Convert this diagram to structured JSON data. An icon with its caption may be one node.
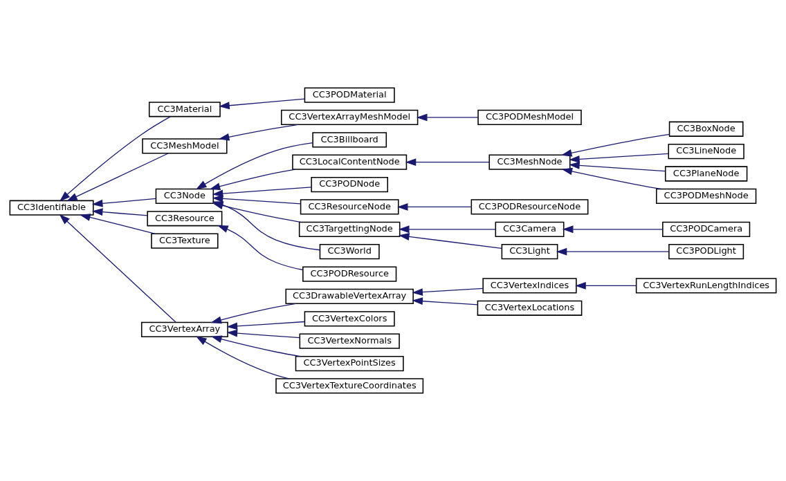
{
  "diagram": {
    "nodes": [
      {
        "text": [
          "CC3Identifiable"
        ]
      },
      {
        "text": [
          "CC3Material"
        ]
      },
      {
        "text": [
          "CC3MeshModel"
        ]
      },
      {
        "text": [
          "CC3Node"
        ]
      },
      {
        "text": [
          "CC3Resource"
        ]
      },
      {
        "text": [
          "CC3Texture"
        ]
      },
      {
        "text": [
          "CC3VertexArray"
        ]
      },
      {
        "text": [
          "CC3PODMaterial"
        ]
      },
      {
        "text": [
          "CC3VertexArrayMeshModel"
        ]
      },
      {
        "text": [
          "CC3Billboard"
        ]
      },
      {
        "text": [
          "CC3LocalContentNode"
        ]
      },
      {
        "text": [
          "CC3PODNode"
        ]
      },
      {
        "text": [
          "CC3ResourceNode"
        ]
      },
      {
        "text": [
          "CC3TargettingNode"
        ]
      },
      {
        "text": [
          "CC3World"
        ]
      },
      {
        "text": [
          "CC3PODResource"
        ]
      },
      {
        "text": [
          "CC3DrawableVertexArray"
        ]
      },
      {
        "text": [
          "CC3VertexColors"
        ]
      },
      {
        "text": [
          "CC3VertexNormals"
        ]
      },
      {
        "text": [
          "CC3VertexPointSizes"
        ]
      },
      {
        "text": [
          "CC3VertexTextureCoordinates"
        ]
      },
      {
        "text": [
          "CC3PODMeshModel"
        ]
      },
      {
        "text": [
          "CC3MeshNode"
        ]
      },
      {
        "text": [
          "CC3PODResourceNode"
        ]
      },
      {
        "text": [
          "CC3Camera"
        ]
      },
      {
        "text": [
          "CC3Light"
        ]
      },
      {
        "text": [
          "CC3VertexIndices"
        ]
      },
      {
        "text": [
          "CC3VertexLocations"
        ]
      },
      {
        "text": [
          "CC3BoxNode"
        ]
      },
      {
        "text": [
          "CC3LineNode"
        ]
      },
      {
        "text": [
          "CC3PlaneNode"
        ]
      },
      {
        "text": [
          "CC3PODMeshNode"
        ]
      },
      {
        "text": [
          "CC3PODCamera"
        ]
      },
      {
        "text": [
          "CC3PODLight"
        ]
      },
      {
        "text": [
          "CC3VertexRunLengthIndices"
        ]
      }
    ],
    "edges": [
      {
        "from": 1,
        "to": 0,
        "arrow": "to"
      },
      {
        "from": 2,
        "to": 0,
        "arrow": "to"
      },
      {
        "from": 3,
        "to": 0,
        "arrow": "to"
      },
      {
        "from": 4,
        "to": 0,
        "arrow": "to"
      },
      {
        "from": 5,
        "to": 0,
        "arrow": "to"
      },
      {
        "from": 6,
        "to": 0,
        "arrow": "to"
      },
      {
        "from": 7,
        "to": 1,
        "arrow": "to"
      },
      {
        "from": 8,
        "to": 2,
        "arrow": "to"
      },
      {
        "from": 9,
        "to": 3,
        "arrow": "to"
      },
      {
        "from": 10,
        "to": 3,
        "arrow": "to"
      },
      {
        "from": 11,
        "to": 3,
        "arrow": "to"
      },
      {
        "from": 12,
        "to": 3,
        "arrow": "to"
      },
      {
        "from": 13,
        "to": 3,
        "arrow": "to"
      },
      {
        "from": 14,
        "to": 3,
        "arrow": "to"
      },
      {
        "from": 15,
        "to": 4,
        "arrow": "to"
      },
      {
        "from": 16,
        "to": 6,
        "arrow": "to"
      },
      {
        "from": 17,
        "to": 6,
        "arrow": "to"
      },
      {
        "from": 18,
        "to": 6,
        "arrow": "to"
      },
      {
        "from": 19,
        "to": 6,
        "arrow": "to"
      },
      {
        "from": 20,
        "to": 6,
        "arrow": "to"
      },
      {
        "from": 21,
        "to": 8,
        "arrow": "to"
      },
      {
        "from": 22,
        "to": 10,
        "arrow": "to"
      },
      {
        "from": 23,
        "to": 12,
        "arrow": "to"
      },
      {
        "from": 24,
        "to": 13,
        "arrow": "to"
      },
      {
        "from": 25,
        "to": 13,
        "arrow": "to"
      },
      {
        "from": 26,
        "to": 16,
        "arrow": "to"
      },
      {
        "from": 27,
        "to": 16,
        "arrow": "to"
      },
      {
        "from": 28,
        "to": 22,
        "arrow": "to"
      },
      {
        "from": 29,
        "to": 22,
        "arrow": "to"
      },
      {
        "from": 30,
        "to": 22,
        "arrow": "to"
      },
      {
        "from": 31,
        "to": 22,
        "arrow": "to"
      },
      {
        "from": 32,
        "to": 24,
        "arrow": "to"
      },
      {
        "from": 33,
        "to": 25,
        "arrow": "to"
      },
      {
        "from": 34,
        "to": 26,
        "arrow": "to"
      }
    ]
  }
}
